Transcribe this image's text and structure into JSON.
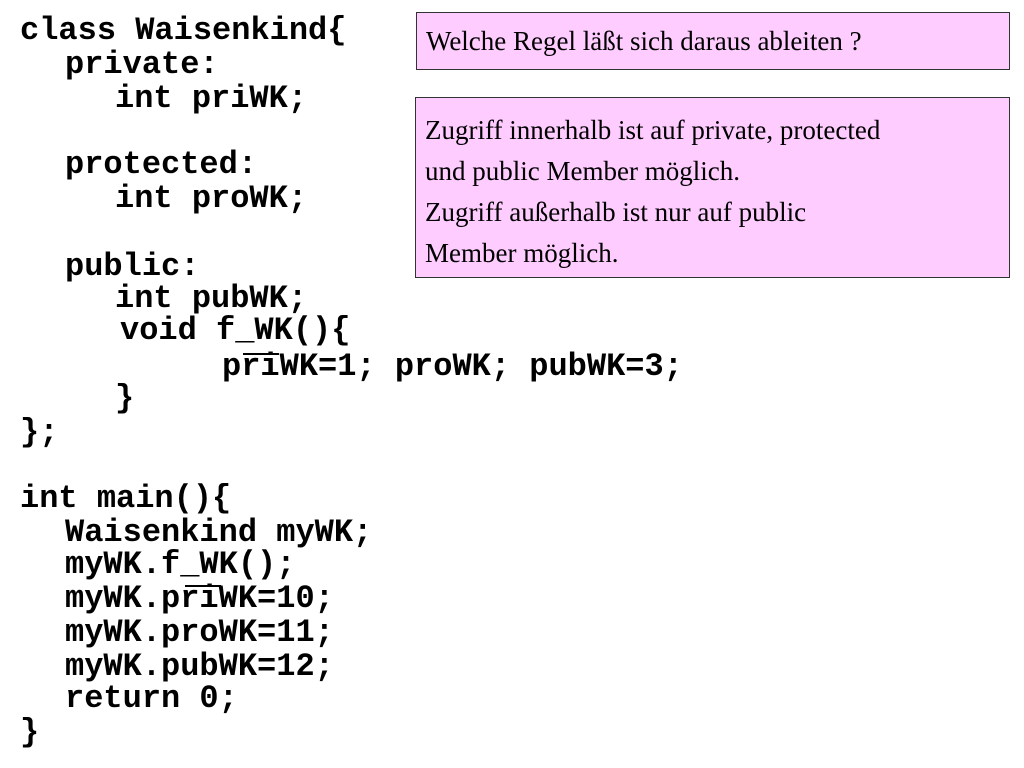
{
  "code": {
    "lines": [
      "class Waisenkind{",
      "private:",
      "int priWK;",
      "protected:",
      "int proWK;",
      "public:",
      "int pubWK;",
      "void f_WK(){",
      "priWK=1; proWK; pubWK=3;",
      "}",
      "};",
      "int main(){",
      "Waisenkind myWK;",
      "myWK.f_WK();",
      "myWK.priWK=10;",
      "myWK.proWK=11;",
      "myWK.pubWK=12;",
      "return 0;",
      "}"
    ]
  },
  "question_box": {
    "text": "Welche Regel läßt sich daraus ableiten ?",
    "background": "#ffccff"
  },
  "answer_box": {
    "lines": [
      "Zugriff innerhalb ist auf private, protected",
      "und public Member möglich.",
      "Zugriff außerhalb ist nur auf public",
      "Member möglich."
    ],
    "background": "#ffccff"
  }
}
